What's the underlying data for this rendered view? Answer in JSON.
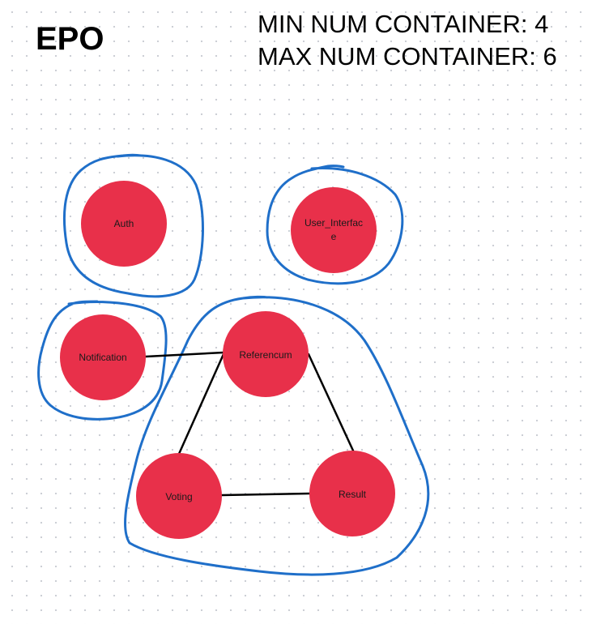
{
  "title": "EPO",
  "limits": {
    "min": "MIN NUM CONTAINER: 4",
    "max": "MAX NUM CONTAINER: 6"
  },
  "colors": {
    "node_fill": "#e8304a",
    "group_outline": "#1f6fc9",
    "edge": "#000000"
  },
  "nodes": [
    {
      "id": "auth",
      "label": "Auth"
    },
    {
      "id": "ui",
      "label_line1": "User_Interfac",
      "label_line2": "e"
    },
    {
      "id": "notification",
      "label": "Notification"
    },
    {
      "id": "referendum",
      "label": "Referencum"
    },
    {
      "id": "voting",
      "label": "Voting"
    },
    {
      "id": "result",
      "label": "Result"
    }
  ],
  "edges": [
    {
      "from": "notification",
      "to": "referendum"
    },
    {
      "from": "referendum",
      "to": "voting"
    },
    {
      "from": "referendum",
      "to": "result"
    },
    {
      "from": "voting",
      "to": "result"
    }
  ]
}
